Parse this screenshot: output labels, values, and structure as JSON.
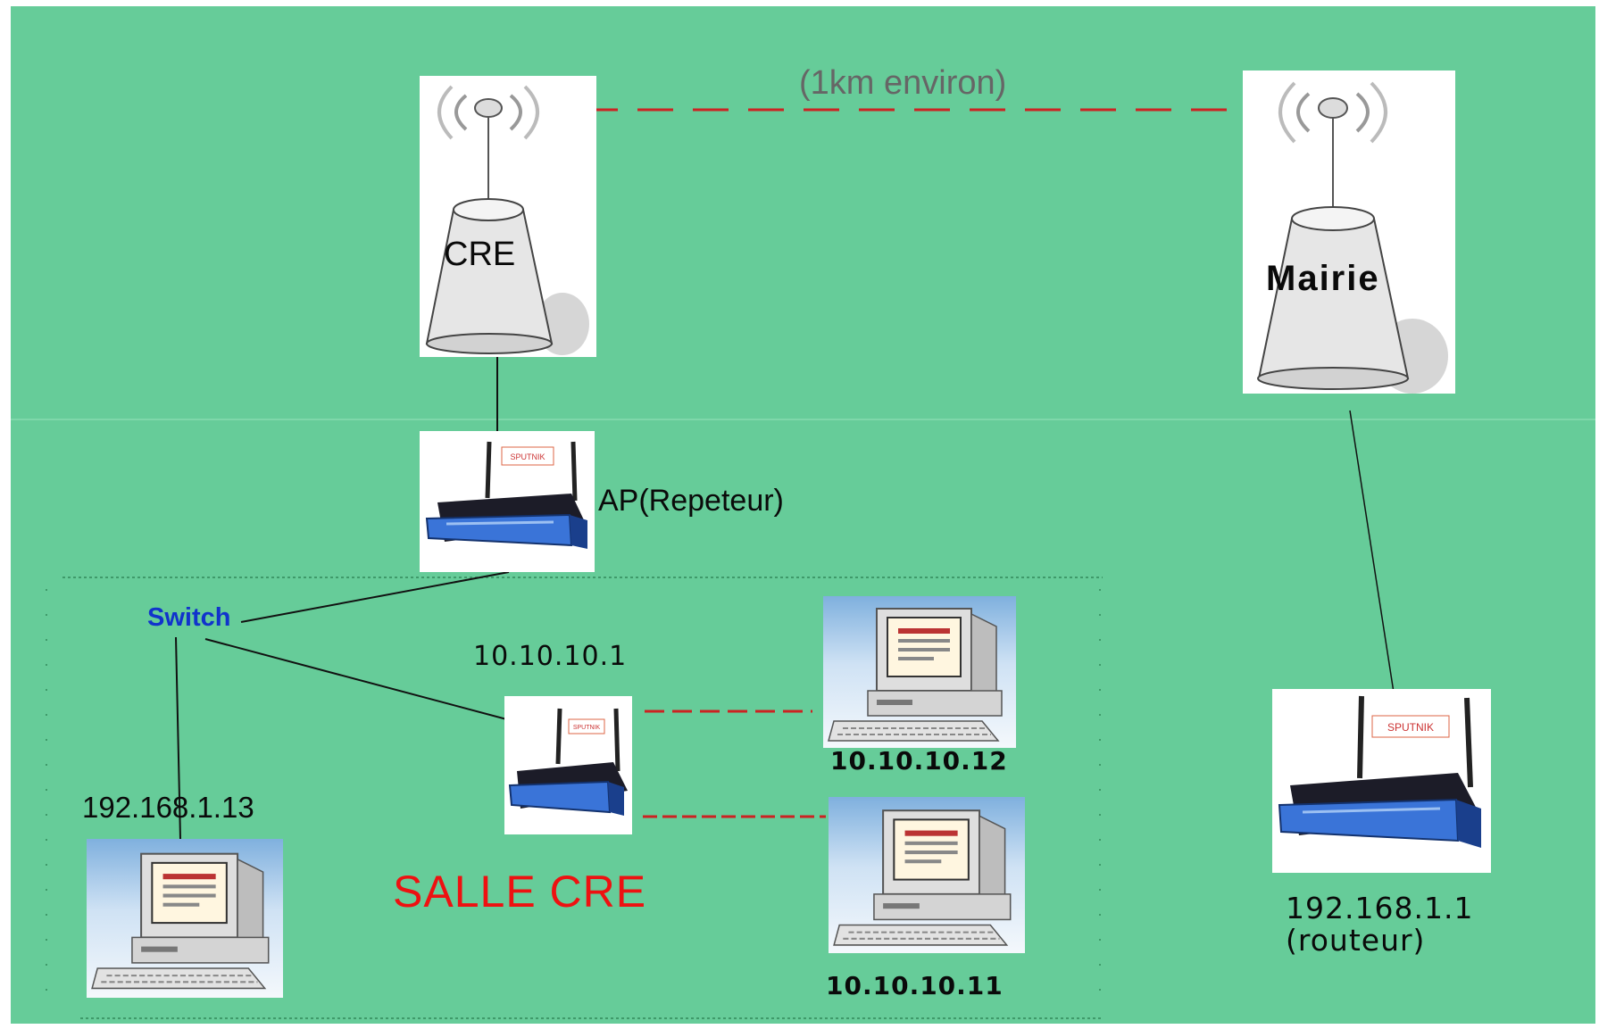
{
  "labels": {
    "distance": "(1km environ)",
    "cre_tower": "CRE",
    "mairie_tower": "Mairie",
    "ap_repeater": "AP(Repeteur)",
    "switch": "Switch",
    "cre_router_ip": "10.10.10.1",
    "pc_a_ip": "10.10.10.12",
    "pc_b_ip": "10.10.10.11",
    "pc_switch_ip": "192.168.1.13",
    "main_router_ip": "192.168.1.1",
    "main_router_role": "(routeur)",
    "room": "SALLE CRE"
  },
  "colors": {
    "background": "#66cc99",
    "wireless_link": "#cc2222",
    "wired_link": "#111111",
    "room_label": "#ee1111",
    "switch_label": "#1133cc",
    "distance_label": "#666666"
  },
  "icons": {
    "tower": "antenna-tower-icon",
    "router": "wifi-router-icon",
    "computer": "desktop-computer-icon"
  }
}
